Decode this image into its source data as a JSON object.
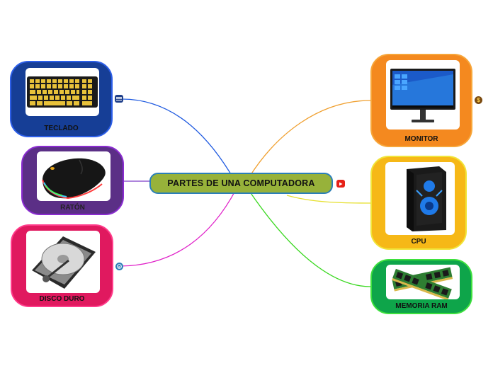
{
  "central": {
    "label": "PARTES DE UNA COMPUTADORA"
  },
  "nodes": {
    "teclado": {
      "label": "TECLADO",
      "color": "#163e96",
      "border": "#2c5ee8",
      "icon": "keyboard-image"
    },
    "raton": {
      "label": "RATÓN",
      "color": "#5b2f86",
      "border": "#8a2bd0",
      "icon": "mouse-image"
    },
    "disco": {
      "label": "DISCO DURO",
      "color": "#e0195f",
      "border": "#ff3b8a",
      "icon": "hard-drive-image"
    },
    "monitor": {
      "label": "MONITOR",
      "color": "#f4891f",
      "border": "#f7a63a",
      "icon": "monitor-image"
    },
    "cpu": {
      "label": "CPU",
      "color": "#f6b817",
      "border": "#f1e53a",
      "icon": "pc-tower-image"
    },
    "ram": {
      "label": "MEMORIA RAM",
      "color": "#0ea54a",
      "border": "#3ee03e",
      "icon": "ram-modules-image"
    }
  },
  "link_colors": {
    "teclado": "#1f5ae0",
    "raton": "#7d3cc8",
    "disco": "#e020c8",
    "monitor": "#f0a030",
    "cpu": "#e6e030",
    "ram": "#3ad820"
  }
}
